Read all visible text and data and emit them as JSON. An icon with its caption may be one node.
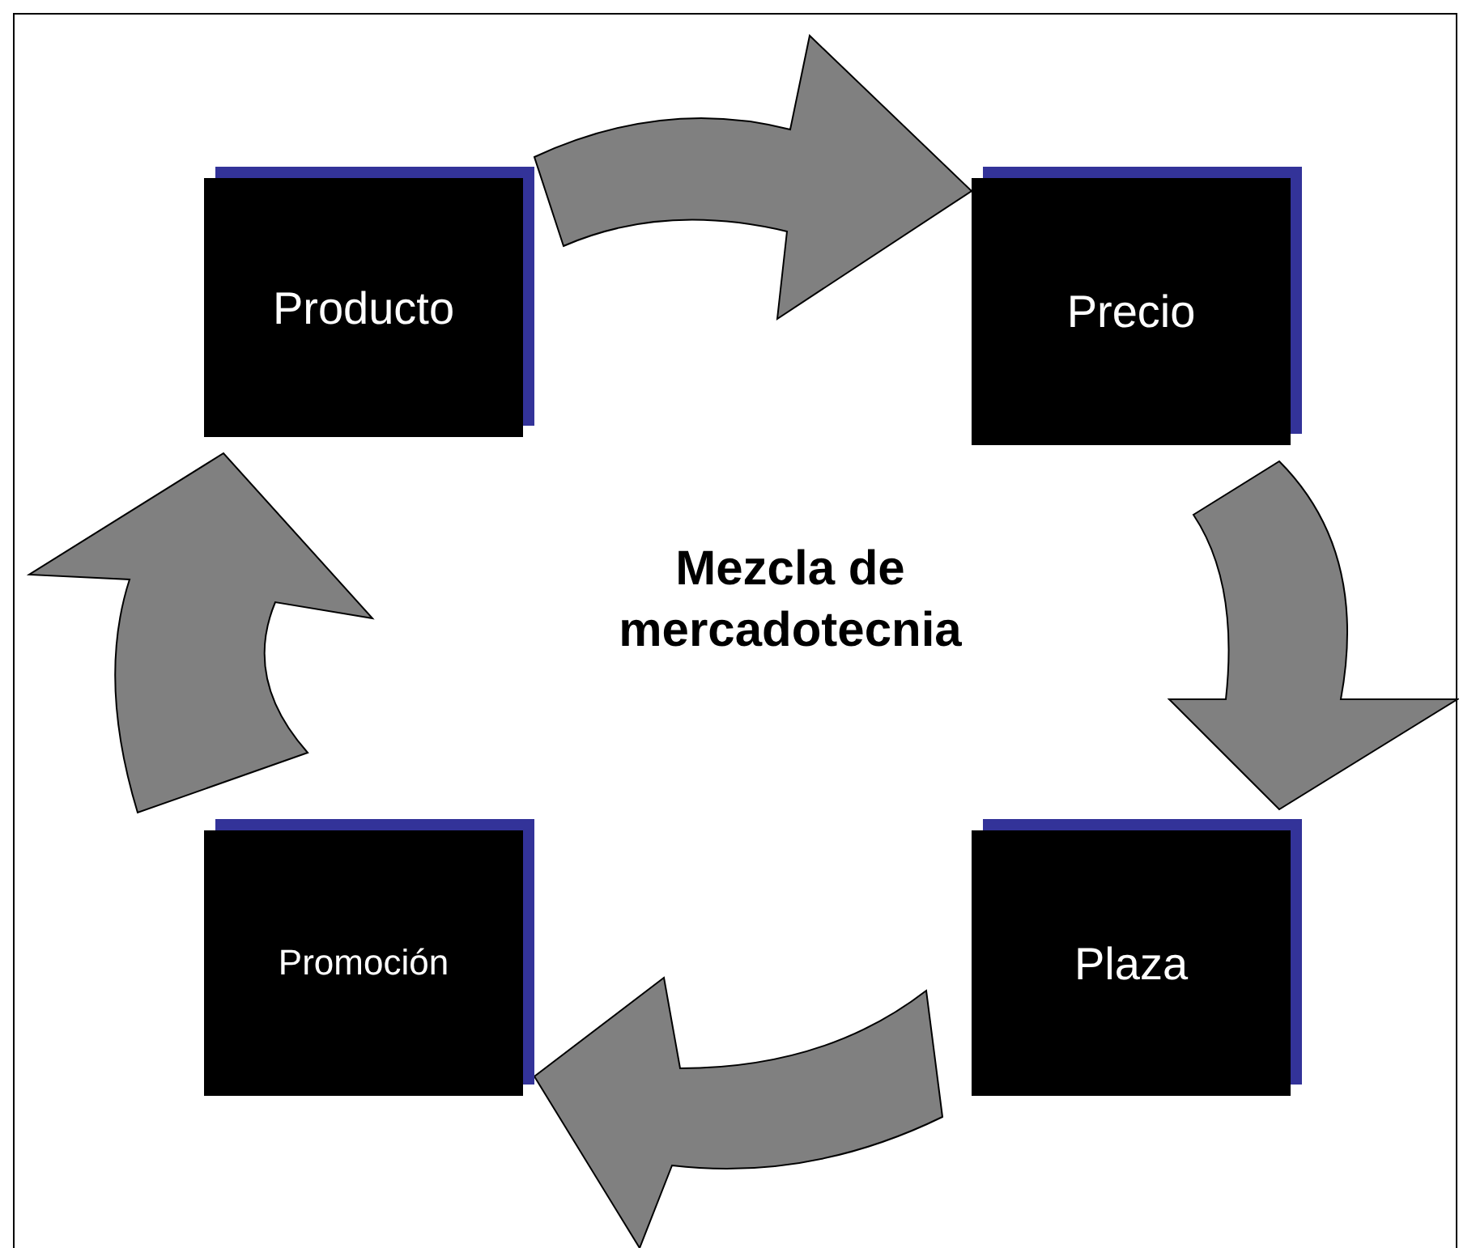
{
  "diagram": {
    "title": "Mezcla de mercadotecnia",
    "nodes": [
      {
        "text": [
          "Producto"
        ]
      },
      {
        "text": [
          "Precio"
        ]
      },
      {
        "text": [
          "Plaza"
        ]
      },
      {
        "text": [
          "Promoción"
        ]
      }
    ],
    "edges": [
      {
        "from": 0,
        "to": 1,
        "arrow": "to"
      },
      {
        "from": 1,
        "to": 2,
        "arrow": "to"
      },
      {
        "from": 2,
        "to": 3,
        "arrow": "to"
      },
      {
        "from": 3,
        "to": 0,
        "arrow": "to"
      }
    ]
  }
}
